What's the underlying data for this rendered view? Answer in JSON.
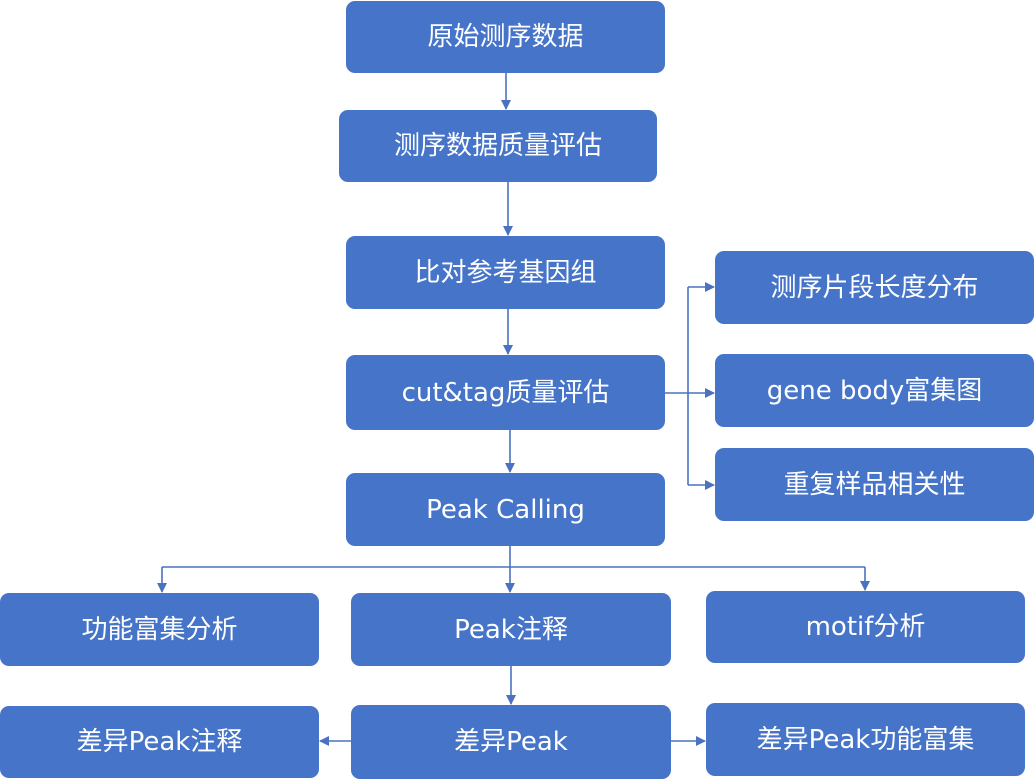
{
  "nodes": {
    "raw_data": "原始测序数据",
    "qc": "测序数据质量评估",
    "align": "比对参考基因组",
    "cuttag_qc": "cut&tag质量评估",
    "peak_calling": "Peak Calling",
    "fragment_dist": "测序片段长度分布",
    "gene_body": "gene body富集图",
    "replicate_corr": "重复样品相关性",
    "func_enrich": "功能富集分析",
    "peak_anno": "Peak注释",
    "motif": "motif分析",
    "diff_peak_anno": "差异Peak注释",
    "diff_peak": "差异Peak",
    "diff_peak_enrich": "差异Peak功能富集"
  },
  "colors": {
    "box_fill": "#4674c8",
    "box_text": "#ffffff",
    "connector": "#4a72c0"
  }
}
